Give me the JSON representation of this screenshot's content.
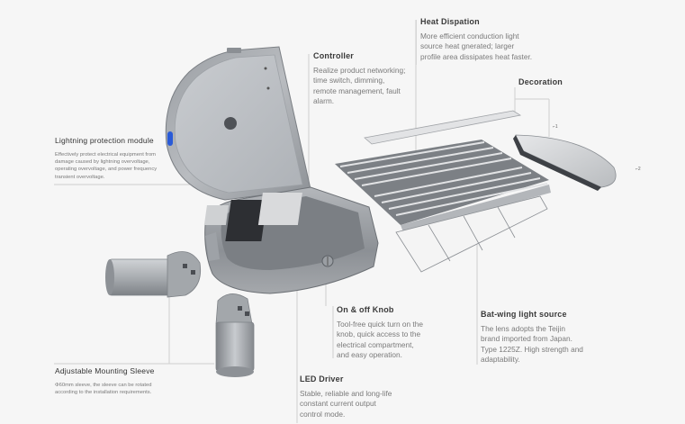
{
  "diagram": {
    "type": "exploded product view",
    "subject": "LED street light",
    "background_color": "#f6f6f6",
    "accent_color": "#2a5bd7"
  },
  "labels": {
    "heat_dispation": {
      "title": "Heat Dispation",
      "desc_lines": [
        "More efficient conduction light",
        "source heat gnerated; larger",
        "profile area dissipates heat faster."
      ]
    },
    "controller": {
      "title": "Controller",
      "desc_lines": [
        "Realize product networking;",
        "time switch, dimming,",
        "remote management, fault",
        "alarm."
      ]
    },
    "decoration": {
      "title": "Decoration"
    },
    "lightning": {
      "title": "Lightning protection module",
      "desc_lines": [
        "Effectively protect electrical equipment from",
        "damage caused by lightning overvoltage,",
        "operating overvoltage, and power frequency",
        "transient overvoltage."
      ]
    },
    "knob": {
      "title": "On & off Knob",
      "desc_lines": [
        "Tool-free quick turn on the",
        "knob, quick access to the",
        "electrical compartment,",
        "and easy operation."
      ]
    },
    "batwing": {
      "title": "Bat-wing light source",
      "desc_lines": [
        "The lens adopts the Teijin",
        "brand imported from Japan.",
        "Type 1225Z. High strength and",
        "adaptability."
      ]
    },
    "sleeve": {
      "title": "Adjustable Mounting Sleeve",
      "desc_lines": [
        "Φ60mm sleeve, the sleeve can be rotated",
        "according to the installation requirements."
      ]
    },
    "driver": {
      "title": "LED Driver",
      "desc_lines": [
        "Stable, reliable and long-life",
        "constant current output",
        "control mode."
      ]
    }
  }
}
